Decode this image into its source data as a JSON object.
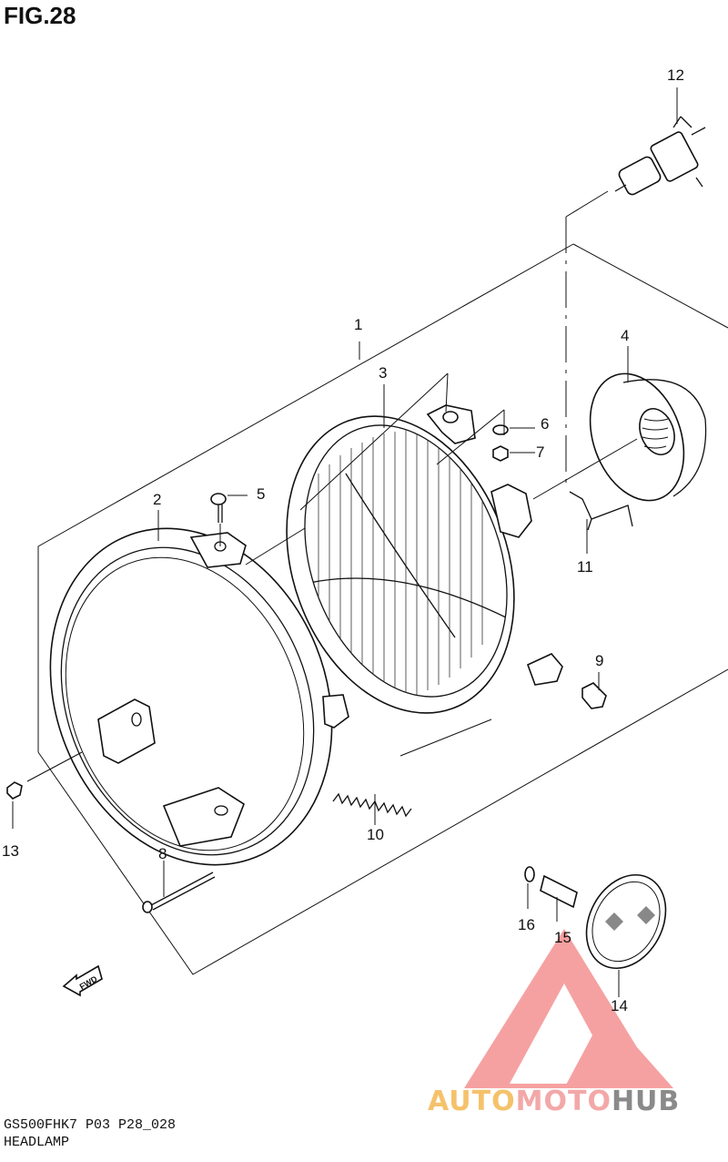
{
  "figure": {
    "title": "FIG.28"
  },
  "callouts": [
    {
      "id": "1",
      "label": "1"
    },
    {
      "id": "2",
      "label": "2"
    },
    {
      "id": "3",
      "label": "3"
    },
    {
      "id": "4",
      "label": "4"
    },
    {
      "id": "5",
      "label": "5"
    },
    {
      "id": "6",
      "label": "6"
    },
    {
      "id": "7",
      "label": "7"
    },
    {
      "id": "8",
      "label": "8"
    },
    {
      "id": "9",
      "label": "9"
    },
    {
      "id": "10",
      "label": "10"
    },
    {
      "id": "11",
      "label": "11"
    },
    {
      "id": "12",
      "label": "12"
    },
    {
      "id": "13",
      "label": "13"
    },
    {
      "id": "14",
      "label": "14"
    },
    {
      "id": "15",
      "label": "15"
    },
    {
      "id": "16",
      "label": "16"
    }
  ],
  "fwd_arrow": {
    "label": "FWD"
  },
  "footer": {
    "code": "GS500FHK7 P03 P28_028",
    "name": "HEADLAMP"
  },
  "watermark": {
    "part1": "AUTO",
    "part2": "MOTO",
    "part3": "HUB",
    "colors": {
      "auto": "#f5c26b",
      "moto": "#f3a8a8",
      "hub": "#8a8a8a",
      "logo": "#f07a7a"
    }
  }
}
